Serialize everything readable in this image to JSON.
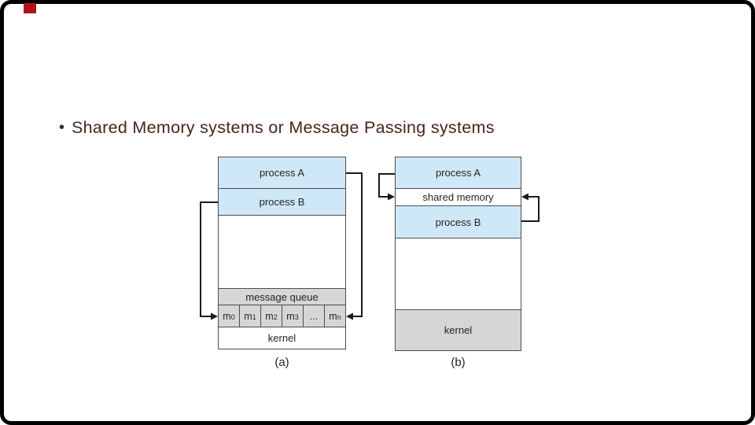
{
  "slide": {
    "title_bullet": "•",
    "title": "Shared Memory systems or Message Passing systems"
  },
  "diagram_a": {
    "bands": {
      "process_a": "process A",
      "process_b": "process B",
      "message_queue": "message queue",
      "kernel": "kernel"
    },
    "queue_cells": [
      {
        "base": "m",
        "sub": "0"
      },
      {
        "base": "m",
        "sub": "1"
      },
      {
        "base": "m",
        "sub": "2"
      },
      {
        "base": "m",
        "sub": "3"
      },
      {
        "base": "...",
        "sub": ""
      },
      {
        "base": "m",
        "sub": "n"
      }
    ],
    "caption": "(a)"
  },
  "diagram_b": {
    "bands": {
      "process_a": "process A",
      "shared_memory": "shared memory",
      "process_b": "process B",
      "kernel": "kernel"
    },
    "caption": "(b)"
  },
  "colors": {
    "process_band_blue": "#cfe8f7",
    "queue_band_gray": "#d6d6d6",
    "frame_black": "#000000",
    "accent_red_square": "#b01419",
    "title_text": "#46261b"
  }
}
